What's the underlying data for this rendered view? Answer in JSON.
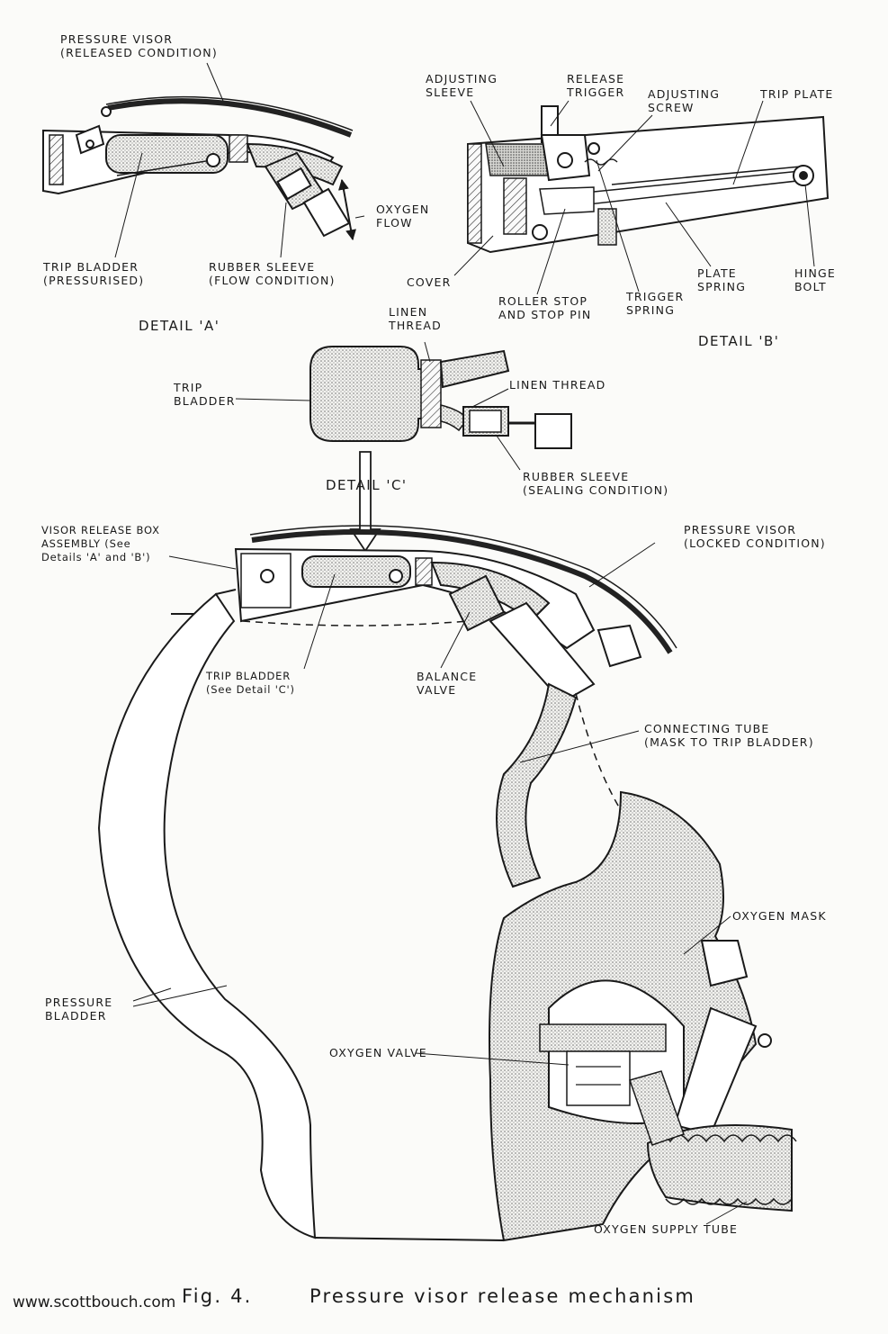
{
  "detail_a": {
    "title": "DETAIL 'A'",
    "pressure_visor": [
      "PRESSURE VISOR",
      "(RELEASED CONDITION)"
    ],
    "oxygen_flow": [
      "OXYGEN",
      "FLOW"
    ],
    "trip_bladder": [
      "TRIP BLADDER",
      "(PRESSURISED)"
    ],
    "rubber_sleeve": [
      "RUBBER SLEEVE",
      "(FLOW CONDITION)"
    ]
  },
  "detail_b": {
    "title": "DETAIL 'B'",
    "adjusting_sleeve": [
      "ADJUSTING",
      "SLEEVE"
    ],
    "release_trigger": [
      "RELEASE",
      "TRIGGER"
    ],
    "adjusting_screw": [
      "ADJUSTING",
      "SCREW"
    ],
    "trip_plate": [
      "TRIP PLATE"
    ],
    "cover": [
      "COVER"
    ],
    "roller_stop": [
      "ROLLER STOP",
      "AND STOP PIN"
    ],
    "trigger_spring": [
      "TRIGGER",
      "SPRING"
    ],
    "plate_spring": [
      "PLATE",
      "SPRING"
    ],
    "hinge_bolt": [
      "HINGE",
      "BOLT"
    ]
  },
  "detail_c": {
    "title": "DETAIL 'C'",
    "linen_thread_top": [
      "LINEN",
      "THREAD"
    ],
    "trip_bladder": [
      "TRIP",
      "BLADDER"
    ],
    "linen_thread_right": [
      "LINEN THREAD"
    ],
    "rubber_sleeve": [
      "RUBBER SLEEVE",
      "(SEALING CONDITION)"
    ]
  },
  "main": {
    "visor_release_box": [
      "VISOR RELEASE BOX",
      "ASSEMBLY (See",
      "Details 'A' and 'B')"
    ],
    "pressure_visor": [
      "PRESSURE VISOR",
      "(LOCKED CONDITION)"
    ],
    "trip_bladder": [
      "TRIP BLADDER",
      "(See Detail 'C')"
    ],
    "balance_valve": [
      "BALANCE",
      "VALVE"
    ],
    "connecting_tube": [
      "CONNECTING TUBE",
      "(MASK TO TRIP BLADDER)"
    ],
    "oxygen_mask": [
      "OXYGEN MASK"
    ],
    "pressure_bladder": [
      "PRESSURE",
      "BLADDER"
    ],
    "oxygen_valve": [
      "OXYGEN VALVE"
    ],
    "oxygen_supply_tube": [
      "OXYGEN SUPPLY TUBE"
    ]
  },
  "caption": {
    "fig": "Fig. 4.",
    "title": "Pressure visor release mechanism"
  },
  "watermark": "www.scottbouch.com"
}
